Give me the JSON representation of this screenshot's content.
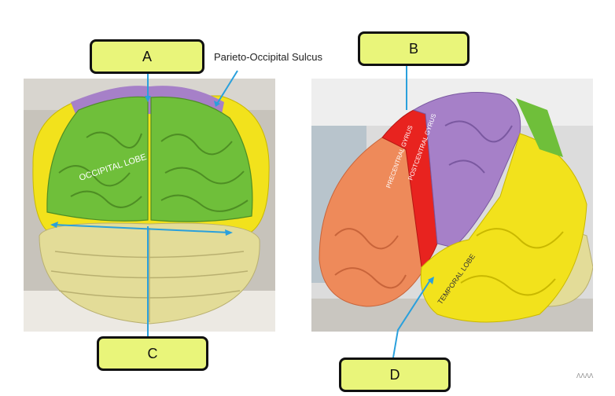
{
  "labels": {
    "a": "A",
    "b": "B",
    "c": "C",
    "d": "D",
    "sulcus": "Parieto-Occipital Sulcus"
  },
  "photo_left": {
    "lobe_text": "OCCIPITAL LOBE"
  },
  "photo_right": {
    "precentral_text": "PRECENTRAL GYRUS",
    "postcentral_text": "POSTCENTRAL GYRUS",
    "temporal_text": "TEMPORAL LOBE"
  },
  "watermark": "ΛΛΛΛ",
  "colors": {
    "label_fill": "#e9f57a",
    "pointer": "#2aa0dc",
    "occipital": "#6fbf3a",
    "parietal": "#a680c8",
    "temporal": "#f2e21c",
    "frontal": "#ee8a5a",
    "precentral": "#e8231f",
    "cerebellum": "#e3dc98"
  }
}
